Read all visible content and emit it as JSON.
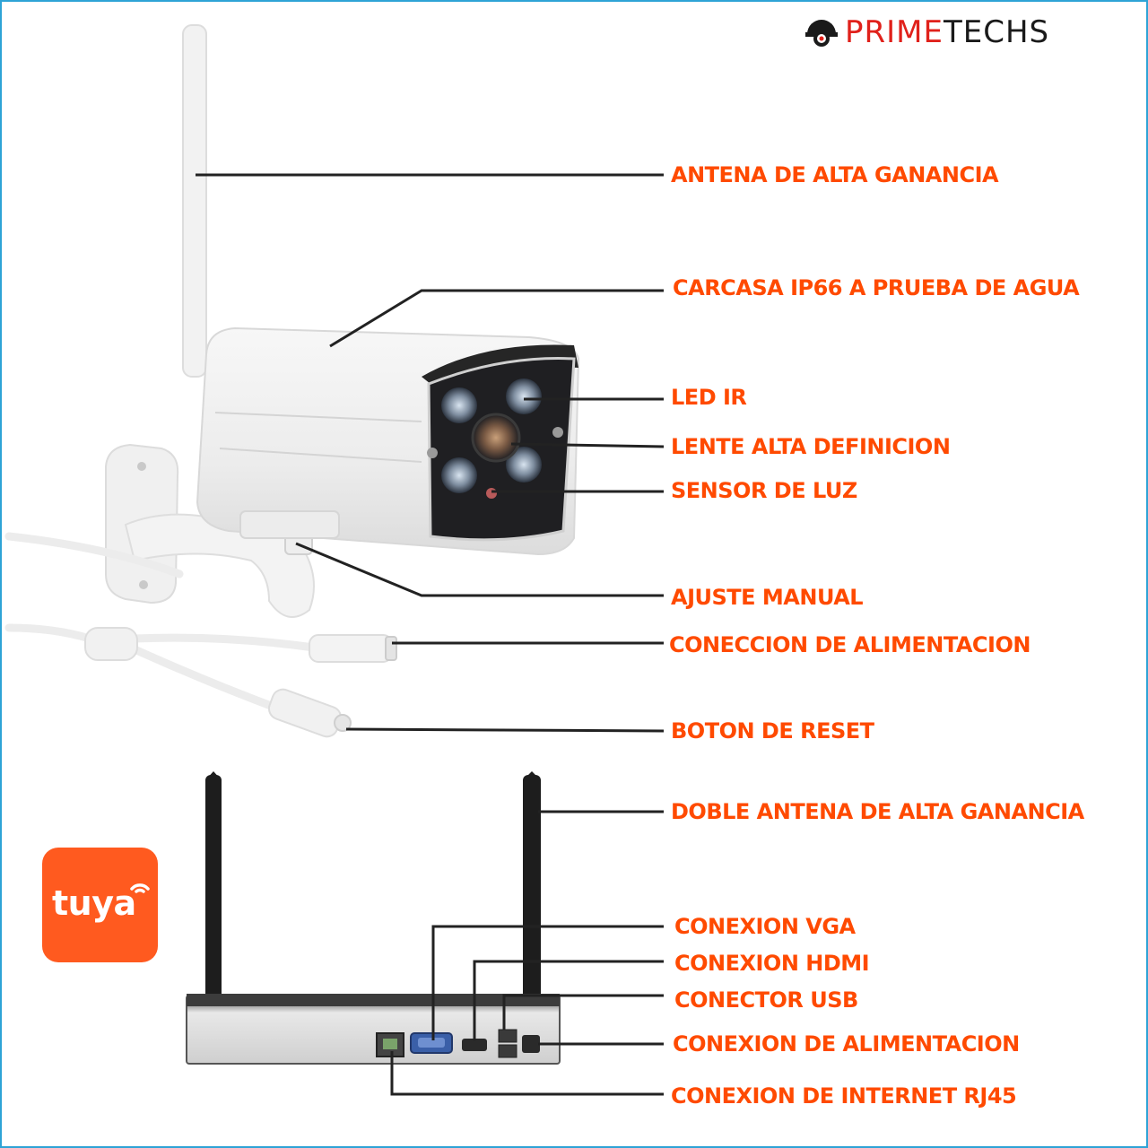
{
  "brand": {
    "prefix": "PRIME",
    "suffix": "TECHS",
    "accent_color": "#e0211b"
  },
  "badge": {
    "text": "tuya",
    "color": "#ff5a1f"
  },
  "label_color": "#ff4a00",
  "camera_labels": [
    "ANTENA DE ALTA GANANCIA",
    "CARCASA IP66 A PRUEBA DE AGUA",
    "LED IR",
    "LENTE ALTA DEFINICION",
    "SENSOR DE LUZ",
    "AJUSTE MANUAL",
    "CONECCION DE ALIMENTACION",
    "BOTON DE RESET"
  ],
  "nvr_labels": [
    "DOBLE ANTENA DE ALTA GANANCIA",
    "CONEXION VGA",
    "CONEXION HDMI",
    "CONECTOR USB",
    "CONEXION DE ALIMENTACION",
    "CONEXION DE INTERNET RJ45"
  ]
}
